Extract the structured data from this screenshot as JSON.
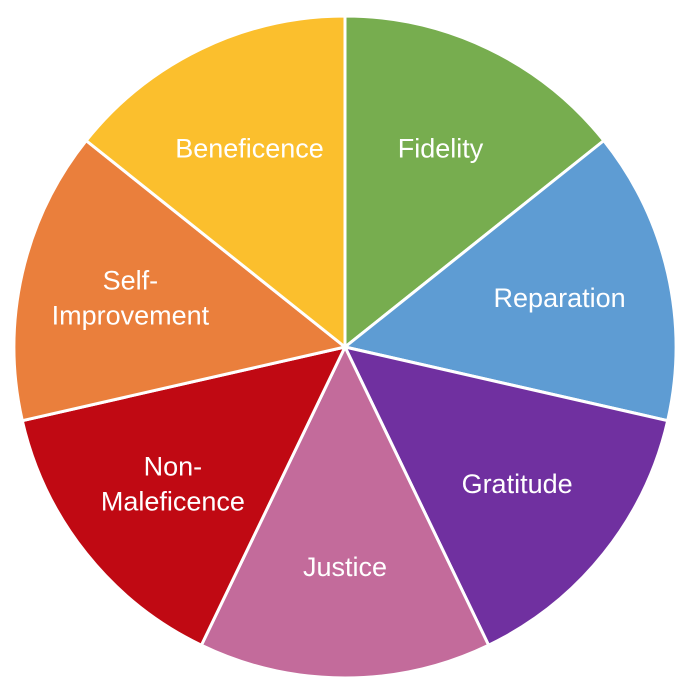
{
  "chart_data": {
    "type": "pie",
    "slices": [
      {
        "label_lines": [
          "Fidelity"
        ],
        "value": 1,
        "color": "#77AD4F"
      },
      {
        "label_lines": [
          "Reparation"
        ],
        "value": 1,
        "color": "#5E9CD3"
      },
      {
        "label_lines": [
          "Gratitude"
        ],
        "value": 1,
        "color": "#7030A0"
      },
      {
        "label_lines": [
          "Justice"
        ],
        "value": 1,
        "color": "#C36B9B"
      },
      {
        "label_lines": [
          "Non-",
          "Maleficence"
        ],
        "value": 1,
        "color": "#C00913"
      },
      {
        "label_lines": [
          "Self-",
          "Improvement"
        ],
        "value": 1,
        "color": "#EA7F3C"
      },
      {
        "label_lines": [
          "Beneficence"
        ],
        "value": 1,
        "color": "#FBBF2D"
      }
    ],
    "start_angle_deg": 0,
    "direction": "clockwise",
    "legend": "none"
  }
}
